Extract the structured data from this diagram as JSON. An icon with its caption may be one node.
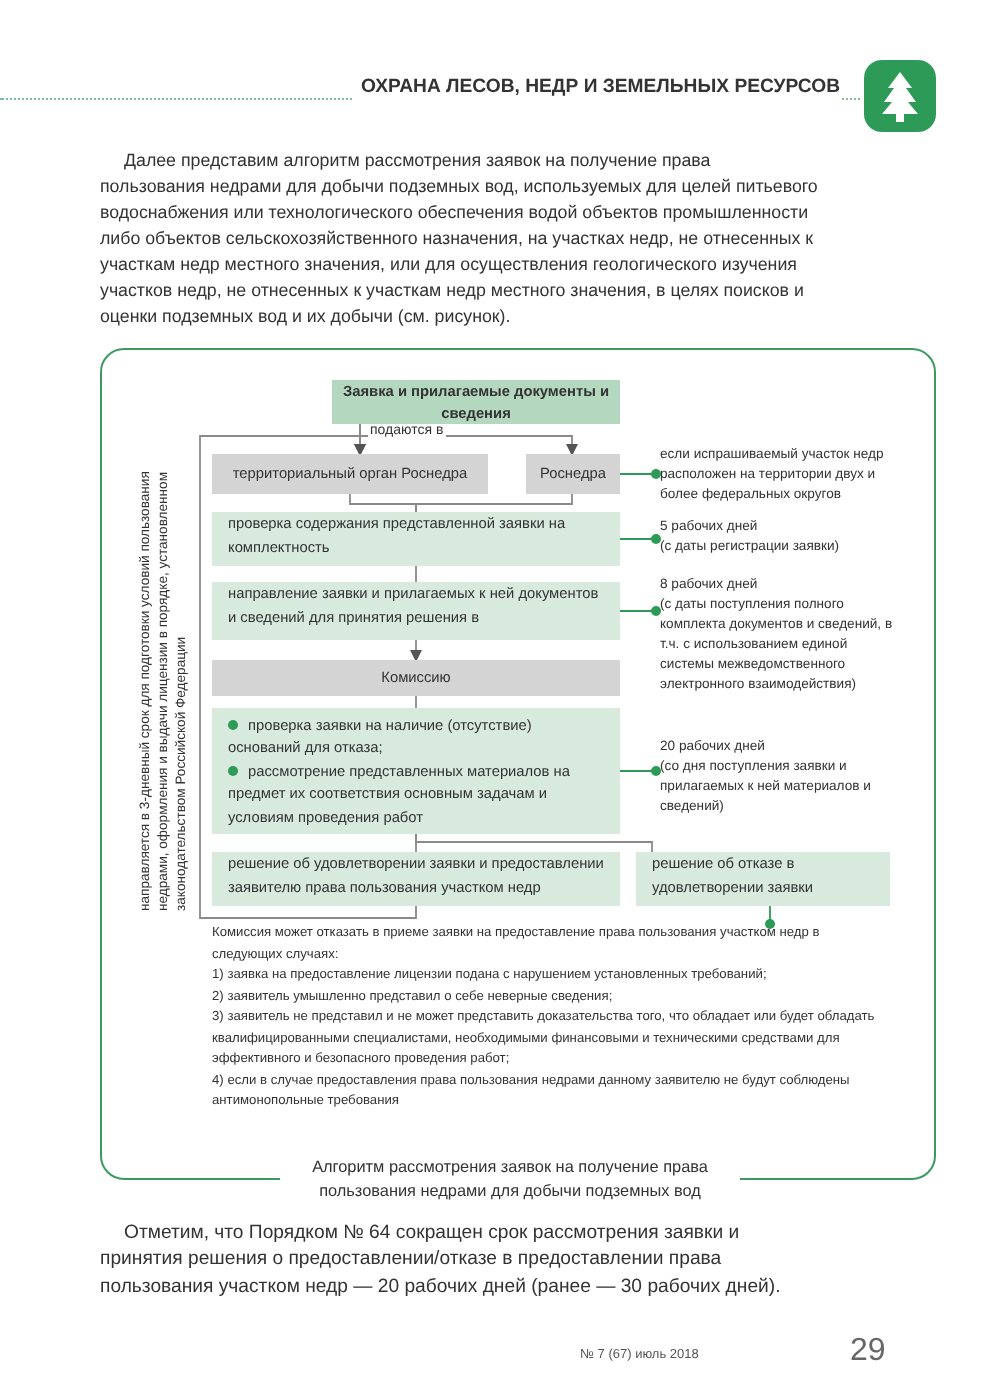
{
  "diagram": {
    "caption": "Алгоритм рассмотрения заявок на получение права пользования недрами для добычи подземных вод",
    "nodes": [
      {
        "text": [
          "Заявка и прилагаемые документы и сведения"
        ]
      },
      {
        "text": [
          "территориальный орган Роснедра"
        ]
      },
      {
        "text": [
          "Роснедра"
        ]
      },
      {
        "text": [
          "проверка содержания представленной заявки на комплектность"
        ]
      },
      {
        "text": [
          "направление заявки и прилагаемых к ней документов и сведений для принятия решения в"
        ]
      },
      {
        "text": [
          "Комиссию"
        ]
      },
      {
        "text": [
          "проверка заявки на наличие (отсутствие) оснований для отказа;",
          "рассмотрение представленных материалов на предмет их соответствия основным задачам и условиям проведения работ"
        ]
      },
      {
        "text": [
          "решение об удовлетворении заявки и предоставлении заявителю права пользования участком недр"
        ]
      },
      {
        "text": [
          "решение об отказе в удовлетворении заявки"
        ]
      },
      {
        "text": [
          "если испрашиваемый участок недр расположен на территории двух и более федеральных округов"
        ]
      },
      {
        "text": [
          "5 рабочих дней",
          "(с даты регистрации заявки)"
        ]
      },
      {
        "text": [
          "8 рабочих дней",
          "(с даты поступления полного комплекта документов и сведений, в т.ч. с использованием единой системы межведомственного электронного взаимодействия)"
        ]
      },
      {
        "text": [
          "20 рабочих дней",
          "(со дня поступления заявки и прилагаемых к ней материалов и сведений)"
        ]
      },
      {
        "text": [
          "Комиссия может отказать в приеме заявки на предоставление права пользования участком недр в следующих случаях:",
          "1) заявка на предоставление лицензии подана с нарушением установленных требований;",
          "2) заявитель умышленно представил о себе неверные сведения;",
          "3) заявитель не представил и не может представить доказательства того, что обладает или будет обладать квалифицированными специалистами, необходимыми финансовыми и техническими средствами для эффективного и безопасного проведения работ;",
          "4) если в случае предоставления права пользования недрами данному заявителю не будут соблюдены антимонопольные требования"
        ]
      }
    ],
    "edges": [
      {
        "from": 0,
        "to": 1,
        "arrow": "to",
        "label": "подаются в"
      },
      {
        "from": 0,
        "to": 2,
        "arrow": "to"
      },
      {
        "from": 1,
        "to": 3,
        "arrow": "none"
      },
      {
        "from": 2,
        "to": 3,
        "arrow": "none"
      },
      {
        "from": 3,
        "to": 4,
        "arrow": "none"
      },
      {
        "from": 4,
        "to": 5,
        "arrow": "to"
      },
      {
        "from": 5,
        "to": 6,
        "arrow": "none"
      },
      {
        "from": 6,
        "to": 7,
        "arrow": "none"
      },
      {
        "from": 6,
        "to": 8,
        "arrow": "none"
      },
      {
        "from": 7,
        "to": 1,
        "arrow": "to",
        "label": "направляется в 3-дневный срок для подготовки условий пользования недрами, оформления и выдачи лицензии в порядке, установленном законодательством Российской Федерации"
      },
      {
        "from": 2,
        "to": 9,
        "arrow": "other",
        "color": "#2e9a58"
      },
      {
        "from": 3,
        "to": 10,
        "arrow": "other",
        "color": "#2e9a58"
      },
      {
        "from": 4,
        "to": 11,
        "arrow": "other",
        "color": "#2e9a58"
      },
      {
        "from": 6,
        "to": 12,
        "arrow": "other",
        "color": "#2e9a58"
      },
      {
        "from": 8,
        "to": 13,
        "arrow": "other",
        "color": "#2e9a58"
      }
    ],
    "labels": [
      "ОХРАНА ЛЕСОВ, НЕДР И ЗЕМЕЛЬНЫХ РЕСУРСОВ",
      "Далее представим алгоритм рассмотрения заявок на получение права пользования недрами для добычи подземных вод, используемых для целей питьевого водоснабжения или технологического обеспечения водой объектов промышленности либо объектов сельскохозяйственного назначения, на участках недр, не отнесенных к участкам недр местного значения, или для осуществления геологического изучения участков недр, не отнесенных к участкам недр местного значения, в целях поисков и оценки подземных вод и их добычи (см. рисунок).",
      "Отметим, что Порядком № 64 сокращен срок рассмотрения заявки и принятия решения о предоставлении/отказе в предоставлении права пользования участком недр — 20 рабочих дней (ранее — 30 рабочих дней).",
      "№ 7 (67) июль 2018",
      "29"
    ]
  }
}
